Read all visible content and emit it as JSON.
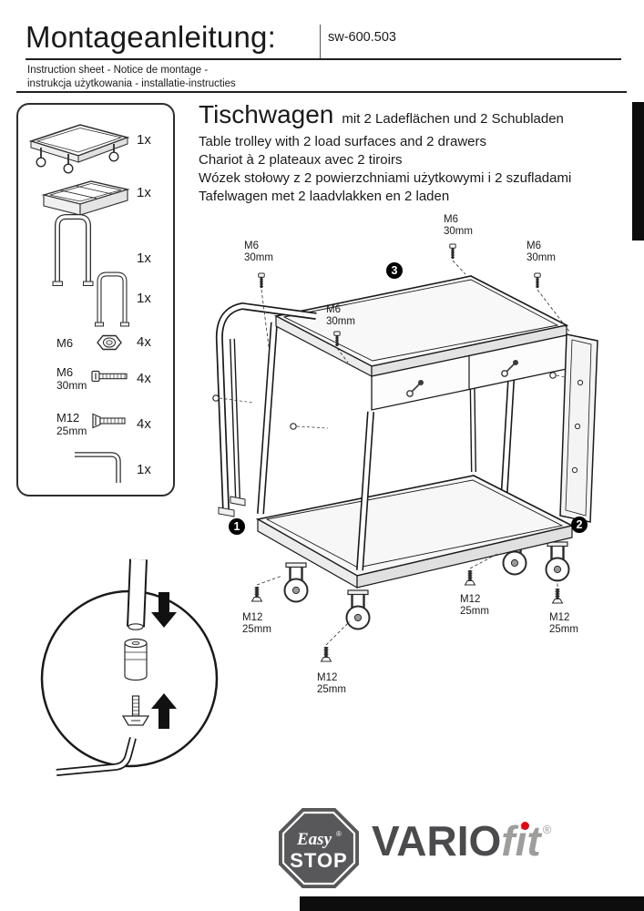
{
  "header": {
    "title": "Montageanleitung:",
    "sku": "sw-600.503",
    "subtitle1": "Instruction sheet - Notice de montage  -",
    "subtitle2": "instrukcja użytkowania - installatie-instructies"
  },
  "product": {
    "name": "Tischwagen",
    "variant": "mit 2 Ladeflächen und 2 Schubladen",
    "line_en": "Table trolley with 2 load surfaces and 2 drawers",
    "line_fr": "Chariot à 2 plateaux avec 2 tiroirs",
    "line_pl": "Wózek stołowy z 2 powierzchniami użytkowymi i 2 szufladami",
    "line_nl": "Tafelwagen met 2 laadvlakken en 2 laden"
  },
  "parts_list": {
    "platform": {
      "icon": "platform-icon",
      "qty": "1x"
    },
    "drawer": {
      "icon": "drawer-icon",
      "qty": "1x"
    },
    "bow_handle": {
      "icon": "bow-handle-icon",
      "qty": "1x"
    },
    "push_handle": {
      "icon": "push-handle-icon",
      "qty": "1x"
    },
    "nut": {
      "icon": "hex-nut-icon",
      "label": "M6",
      "qty": "4x"
    },
    "screw_m6": {
      "icon": "m6-screw-icon",
      "label": "M6",
      "size": "30mm",
      "qty": "4x"
    },
    "screw_m12": {
      "icon": "m12-screw-icon",
      "label": "M12",
      "size": "25mm",
      "qty": "4x"
    },
    "allen_key": {
      "icon": "allen-key-icon",
      "qty": "1x"
    }
  },
  "diagram": {
    "m6_label": "M6",
    "m6_size": "30mm",
    "m12_label": "M12",
    "m12_size": "25mm",
    "step1": "1",
    "step2": "2",
    "step3": "3"
  },
  "logos": {
    "easy": "Easy",
    "stop": "STOP",
    "reg": "®",
    "vario": "VARIO",
    "fit": "fit"
  },
  "colors": {
    "accent_red": "#e30613",
    "logo_gray": "#58585a",
    "vario_dark": "#4b4b4d",
    "fit_gray": "#9d9d9c"
  }
}
